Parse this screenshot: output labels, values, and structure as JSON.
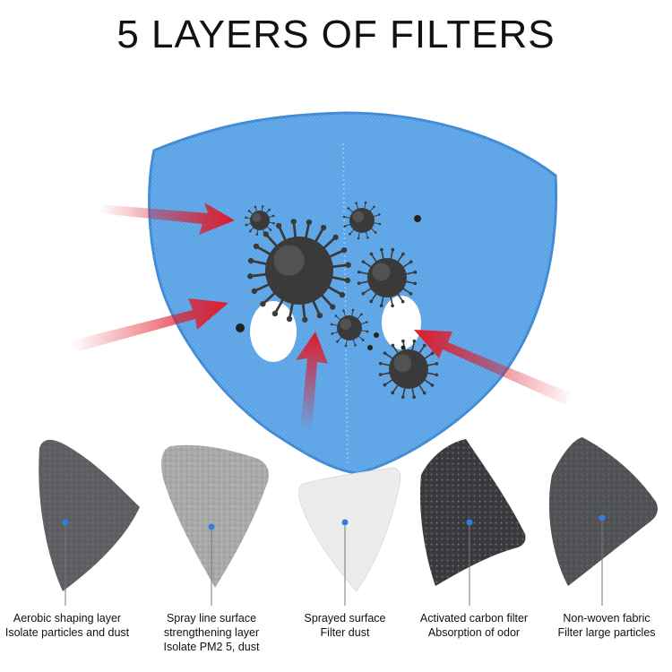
{
  "title": "5 LAYERS OF FILTERS",
  "colors": {
    "mask": "#5aa3e6",
    "mask_edge": "#3f8ad6",
    "arrow": "#e01a28",
    "virus": "#3a3a3a",
    "dot": "#2f7fe0"
  },
  "icons": [
    "virus-icon",
    "red-arrow-icon",
    "particle-icon"
  ],
  "layers": [
    {
      "name": "aerobic-shaping",
      "color": "#5d5f63",
      "lines": [
        "Aerobic shaping layer",
        "Isolate particles and dust"
      ]
    },
    {
      "name": "spray-line-surface",
      "color": "#a9a9a9",
      "lines": [
        "Spray line surface",
        "strengthening layer",
        "Isolate PM2 5, dust"
      ]
    },
    {
      "name": "sprayed-surface",
      "color": "#ececec",
      "lines": [
        "Sprayed surface",
        "Filter dust"
      ]
    },
    {
      "name": "activated-carbon",
      "color": "#3a3b3e",
      "lines": [
        "Activated carbon filter",
        "Absorption of odor"
      ]
    },
    {
      "name": "non-woven-fabric",
      "color": "#505255",
      "lines": [
        "Non-woven fabric",
        "Filter large particles"
      ]
    }
  ]
}
